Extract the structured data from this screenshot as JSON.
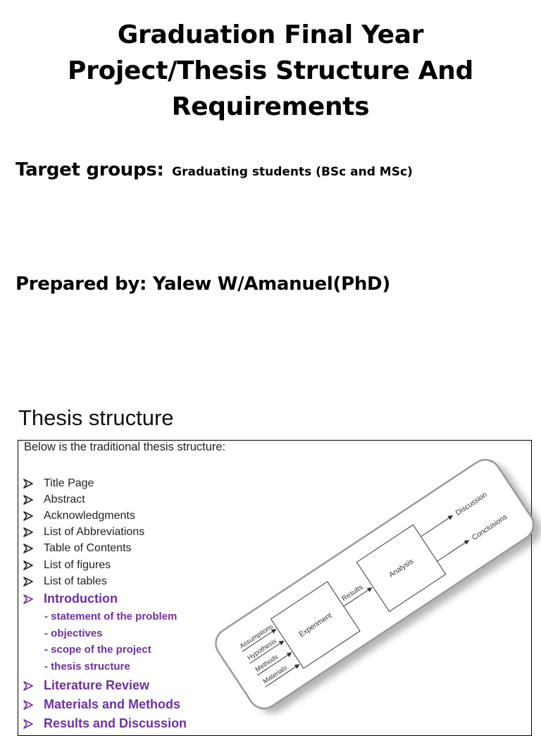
{
  "slide1": {
    "title_line1": "Graduation Final Year",
    "title_line2": "Project/Thesis Structure And",
    "title_line3": "Requirements",
    "target_label": "Target groups",
    "target_colon": ":",
    "target_value": "Graduating students (BSc and MSc)",
    "prepared": "Prepared by: Yalew W/Amanuel(PhD)"
  },
  "slide2": {
    "title": "Thesis structure",
    "intro": "Below is the traditional thesis structure:",
    "items": [
      "Title Page",
      "Abstract",
      "Acknowledgments",
      "List of Abbreviations",
      "Table of Contents",
      "List of figures",
      "List of tables"
    ],
    "highlight_intro": "Introduction",
    "sub_items": [
      "- statement of the problem",
      "- objectives",
      "- scope of the project",
      "- thesis structure"
    ],
    "highlight_items": [
      "Literature Review",
      "Materials and Methods",
      "Results and Discussion"
    ],
    "diagram": {
      "inputs": [
        "Assumptions",
        "Hypothesis",
        "Methods",
        "Materials"
      ],
      "box1": "Experiment",
      "link": "Results",
      "box2": "Analysis",
      "outputs": [
        "Discussion",
        "Conclusions"
      ]
    },
    "colors": {
      "accent": "#7030a0",
      "text": "#222222"
    }
  }
}
